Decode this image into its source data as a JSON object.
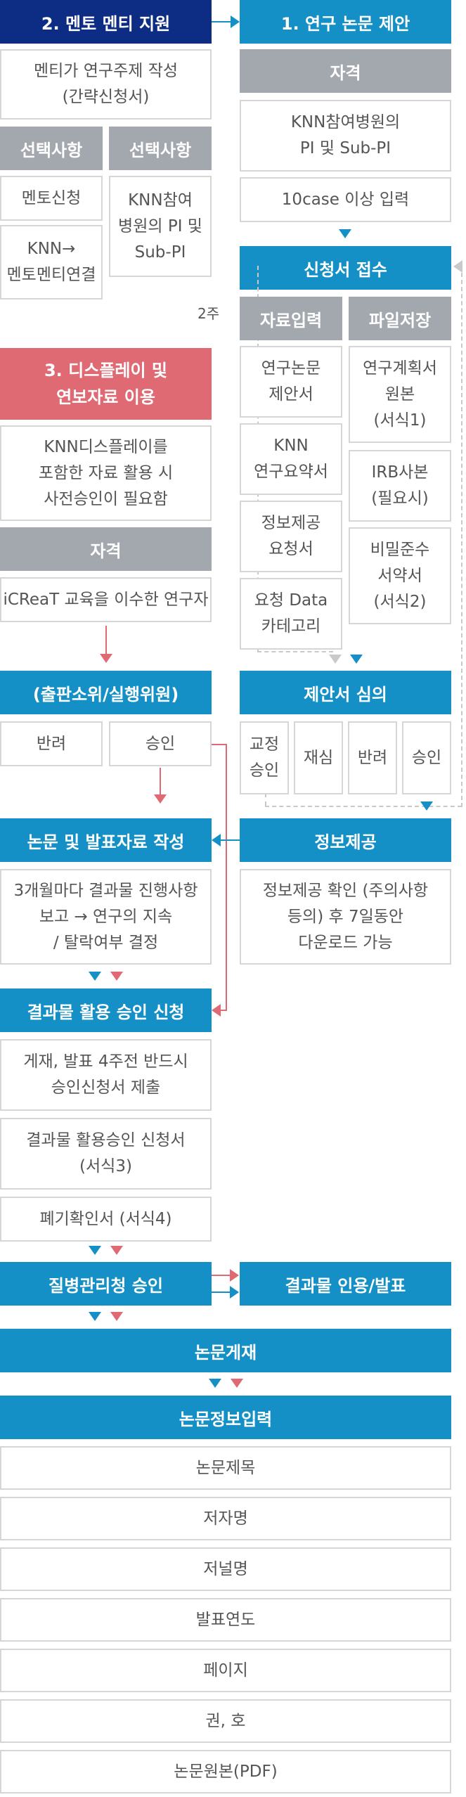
{
  "mentor": {
    "title": "2. 멘토 멘티 지원",
    "desc": "멘티가 연구주제 작성\n(간략신청서)",
    "col1_header": "선택사항",
    "col2_header": "선택사항",
    "col1_items": [
      "멘토신청",
      "KNN→\n멘토멘티연결"
    ],
    "col2_item": "KNN참여\n병원의 PI 및\nSub-PI"
  },
  "proposal": {
    "title": "1. 연구 논문 제안",
    "qual_header": "자격",
    "qual_items": [
      "KNN참여병원의\nPI 및 Sub-PI",
      "10case 이상 입력"
    ]
  },
  "application": {
    "title": "신청서 접수",
    "weeks": "2주",
    "input_header": "자료입력",
    "file_header": "파일저장",
    "input_items": [
      "연구논문\n제안서",
      "KNN\n연구요약서",
      "정보제공\n요청서",
      "요청 Data\n카테고리"
    ],
    "file_items": [
      "연구계획서\n원본\n(서식1)",
      "IRB사본\n(필요시)",
      "비밀준수\n서약서\n(서식2)"
    ]
  },
  "display": {
    "title": "3. 디스플레이 및\n연보자료 이용",
    "desc": "KNN디스플레이를\n포함한 자료 활용 시\n사전승인이 필요함",
    "qual_header": "자격",
    "qual_item": "iCReaT 교육을 이수한 연구자"
  },
  "publication_committee": {
    "title": "(출판소위/실행위원)",
    "options": [
      "반려",
      "승인"
    ]
  },
  "review": {
    "title": "제안서 심의",
    "options": [
      "교정\n승인",
      "재심",
      "반려",
      "승인"
    ]
  },
  "writing": {
    "title": "논문 및 발표자료 작성",
    "desc": "3개월마다 결과물 진행사항\n보고 → 연구의 지속\n/ 탈락여부 결정"
  },
  "info_provision": {
    "title": "정보제공",
    "desc": "정보제공 확인 (주의사항\n등의) 후 7일동안\n다운로드 가능"
  },
  "result_approval": {
    "title": "결과물 활용 승인 신청",
    "items": [
      "게재, 발표 4주전 반드시\n승인신청서 제출",
      "결과물 활용승인 신청서\n(서식3)",
      "폐기확인서 (서식4)"
    ]
  },
  "kdca": {
    "title": "질병관리청 승인"
  },
  "result_use": {
    "title": "결과물 인용/발표"
  },
  "published": {
    "title": "논문게재"
  },
  "paper_info": {
    "title": "논문정보입력",
    "fields": [
      "논문제목",
      "저자명",
      "저널명",
      "발표연도",
      "페이지",
      "권, 호",
      "논문원본(PDF)"
    ]
  },
  "colors": {
    "navy": "#0c2d83",
    "blue": "#1590c6",
    "red": "#df6a73",
    "gray": "#a3a7ae",
    "border": "#d6d6d6"
  }
}
